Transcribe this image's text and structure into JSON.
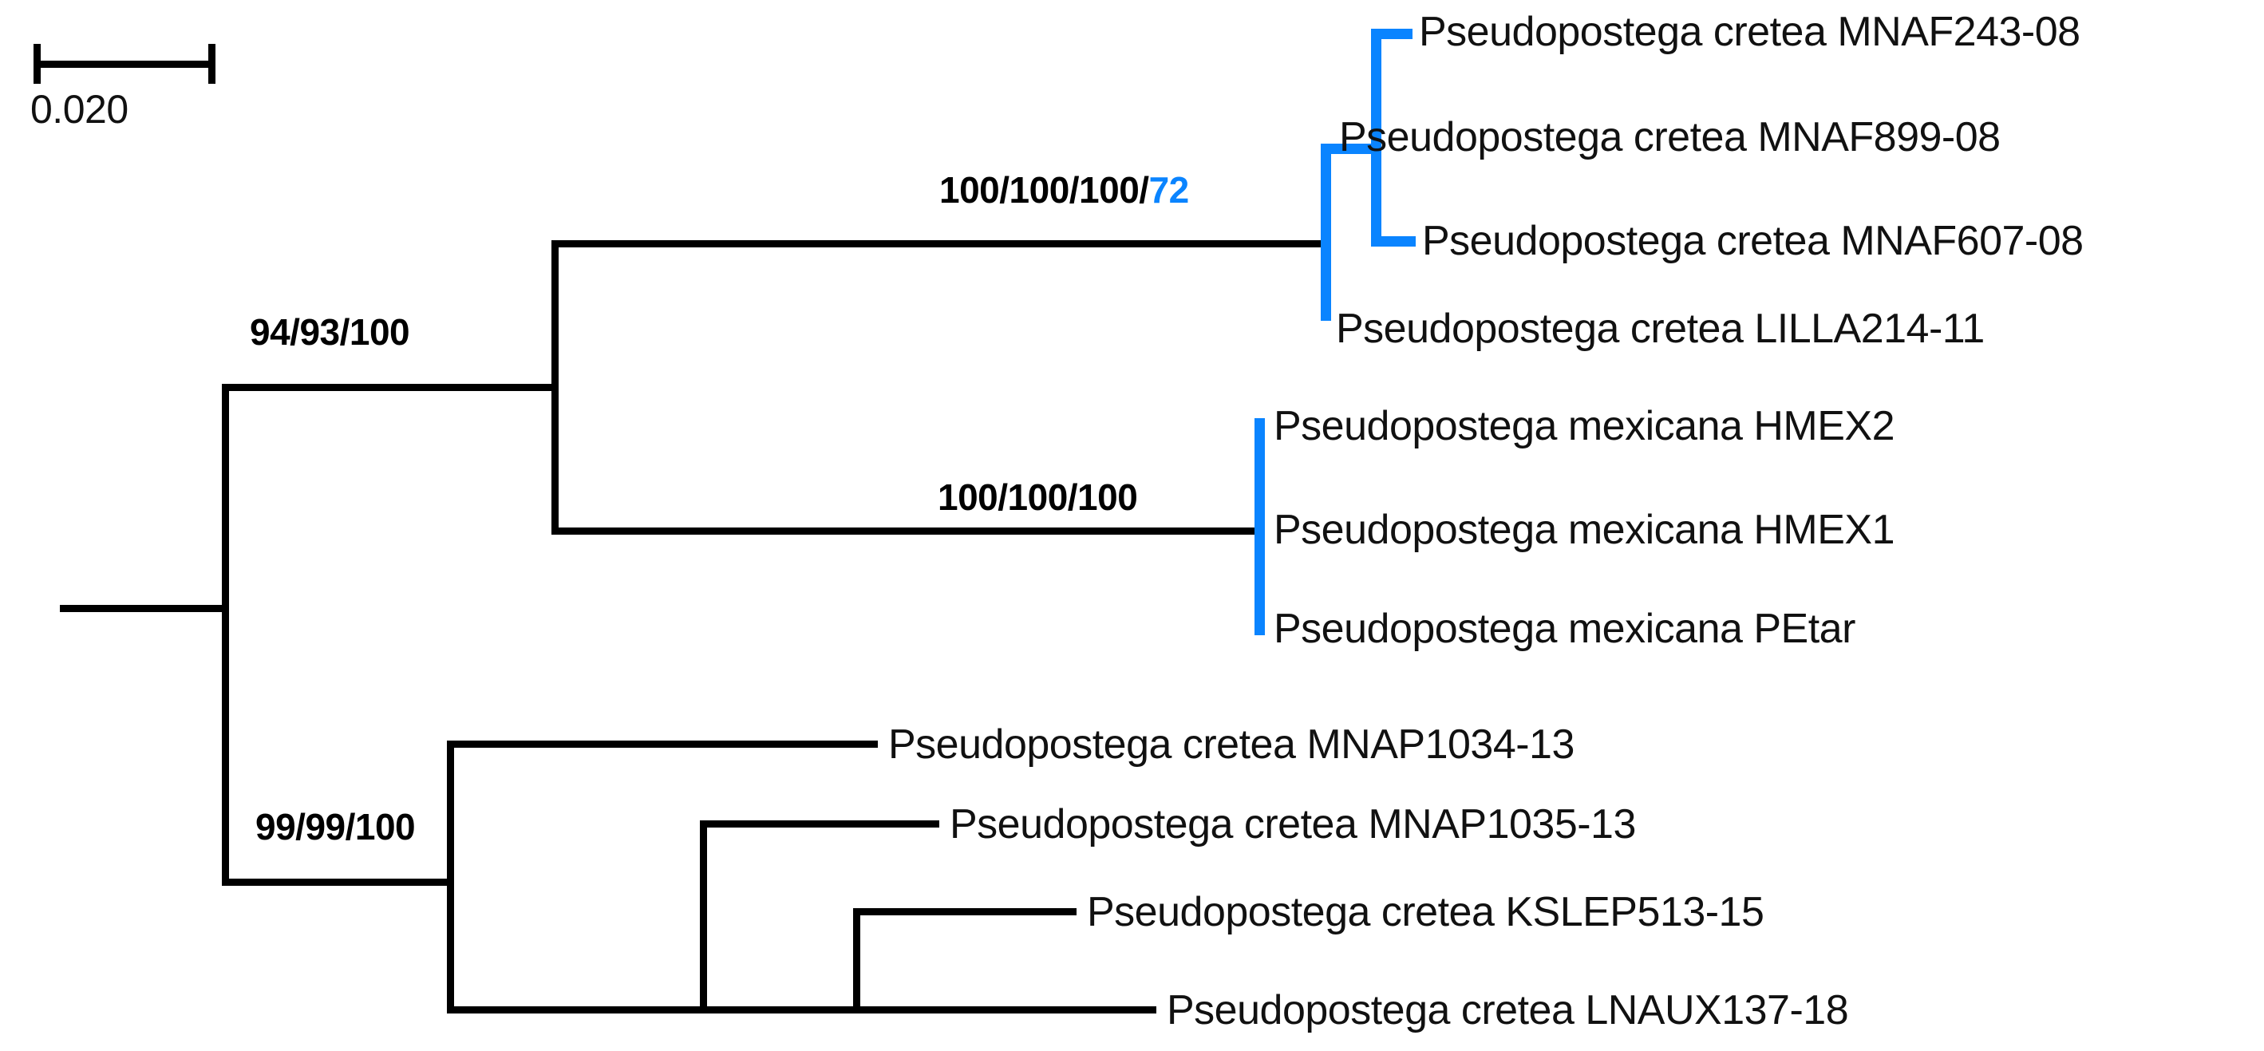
{
  "figure": {
    "type": "phylogenetic-tree",
    "orientation": "left-to-right rectangular cladogram",
    "scale_bar": {
      "label": "0.020",
      "units": "substitutions per site"
    },
    "highlight_color": "#0a84ff",
    "line_color": "#000000"
  },
  "taxa": [
    {
      "id": "t1",
      "label": "Pseudopostega cretea MNAF243-08",
      "highlighted": true
    },
    {
      "id": "t2",
      "label": "Pseudopostega cretea MNAF899-08",
      "highlighted": true
    },
    {
      "id": "t3",
      "label": "Pseudopostega cretea MNAF607-08",
      "highlighted": true
    },
    {
      "id": "t4",
      "label": "Pseudopostega cretea LILLA214-11",
      "highlighted": true
    },
    {
      "id": "t5",
      "label": "Pseudopostega mexicana HMEX2",
      "highlighted": true
    },
    {
      "id": "t6",
      "label": "Pseudopostega mexicana HMEX1",
      "highlighted": true
    },
    {
      "id": "t7",
      "label": "Pseudopostega mexicana PEtar",
      "highlighted": true
    },
    {
      "id": "t8",
      "label": "Pseudopostega cretea MNAP1034-13",
      "highlighted": false
    },
    {
      "id": "t9",
      "label": "Pseudopostega cretea MNAP1035-13",
      "highlighted": false
    },
    {
      "id": "t10",
      "label": "Pseudopostega cretea KSLEP513-15",
      "highlighted": false
    },
    {
      "id": "t11",
      "label": "Pseudopostega cretea LNAUX137-18",
      "highlighted": false
    }
  ],
  "support_labels": [
    {
      "id": "s1",
      "text_black": "100/100/100/",
      "text_blue": "72",
      "full": "100/100/100/72"
    },
    {
      "id": "s2",
      "text_black": "94/93/100",
      "text_blue": "",
      "full": "94/93/100"
    },
    {
      "id": "s3",
      "text_black": "100/100/100",
      "text_blue": "",
      "full": "100/100/100"
    },
    {
      "id": "s4",
      "text_black": "99/99/100",
      "text_blue": "",
      "full": "99/99/100"
    }
  ]
}
